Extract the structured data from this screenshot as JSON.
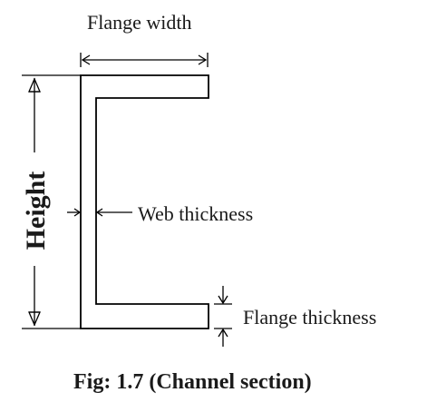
{
  "diagram": {
    "labels": {
      "flange_width": "Flange width",
      "height": "Height",
      "web_thickness": "Web thickness",
      "flange_thickness": "Flange thickness"
    },
    "caption": "Fig: 1.7 (Channel section)",
    "colors": {
      "line": "#000000",
      "text": "#1a1a1a",
      "background": "#ffffff"
    }
  }
}
